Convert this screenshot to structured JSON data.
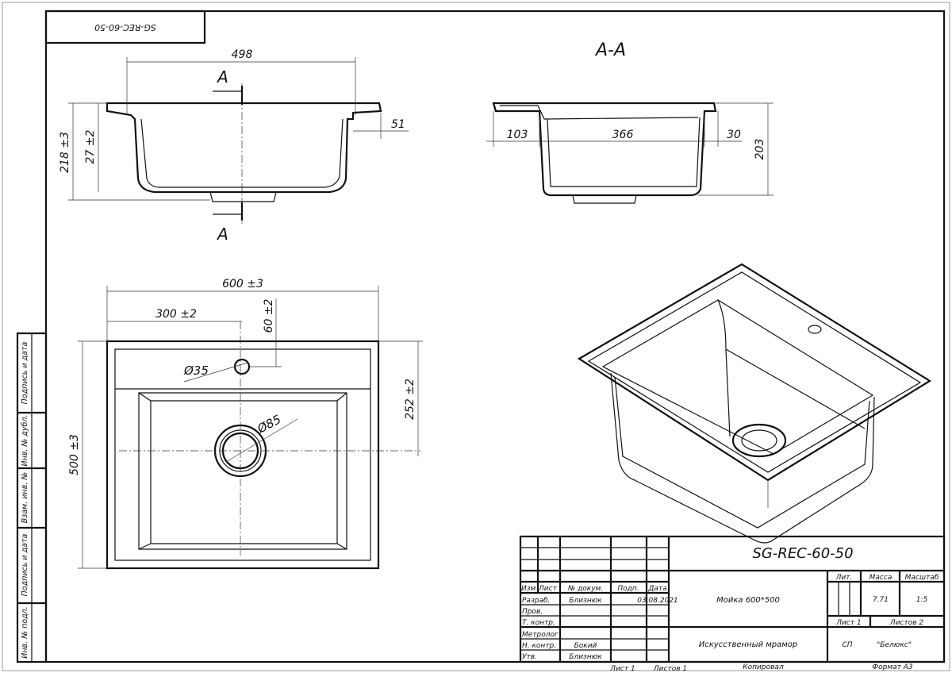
{
  "stamp_top": "SG-REC-60-50",
  "side_strip": [
    "Инв. № подл.",
    "Подпись и дата",
    "Взам. инв. №",
    "Инв. № дубл.",
    "Подпись и дата"
  ],
  "views": {
    "section_label": "A-A",
    "cut_mark": "A",
    "front": {
      "width": "498",
      "height": "218 ±3",
      "depth": "27 ±2",
      "rim": "51"
    },
    "section": {
      "left": "103",
      "middle": "366",
      "right": "30",
      "height": "203"
    },
    "plan": {
      "width": "600 ±3",
      "half": "300 ±2",
      "hole_offset": "60 ±2",
      "height": "500 ±3",
      "drain_offset": "252 ±2",
      "hole_dia": "Ø35",
      "drain_dia": "Ø85"
    }
  },
  "title_block": {
    "designation": "SG-REC-60-50",
    "name": "Мойка 600*500",
    "material": "Искусственный мрамор",
    "headers": {
      "izm": "Изм",
      "list": "Лист",
      "doc": "№ докум.",
      "sign": "Подп.",
      "date": "Дата"
    },
    "roles": [
      "Разраб.",
      "Пров.",
      "Т. контр.",
      "Метролог",
      "Н. контр.",
      "Утв."
    ],
    "persons": {
      "developer": "Близнюк",
      "norm_control": "Бокий",
      "approved": "Близнюк"
    },
    "date": "03.08.2021",
    "lit_label": "Лит.",
    "mass_label": "Масса",
    "scale_label": "Масштаб",
    "mass": "7.71",
    "scale": "1:5",
    "sheet": "Лист 1",
    "sheets": "Листов 2",
    "org_prefix": "СП",
    "org": "\"Белюкс\""
  },
  "footer": {
    "sheet": "Лист 1",
    "sheets": "Листов 1",
    "copied": "Копировал",
    "format": "Формат А3"
  }
}
